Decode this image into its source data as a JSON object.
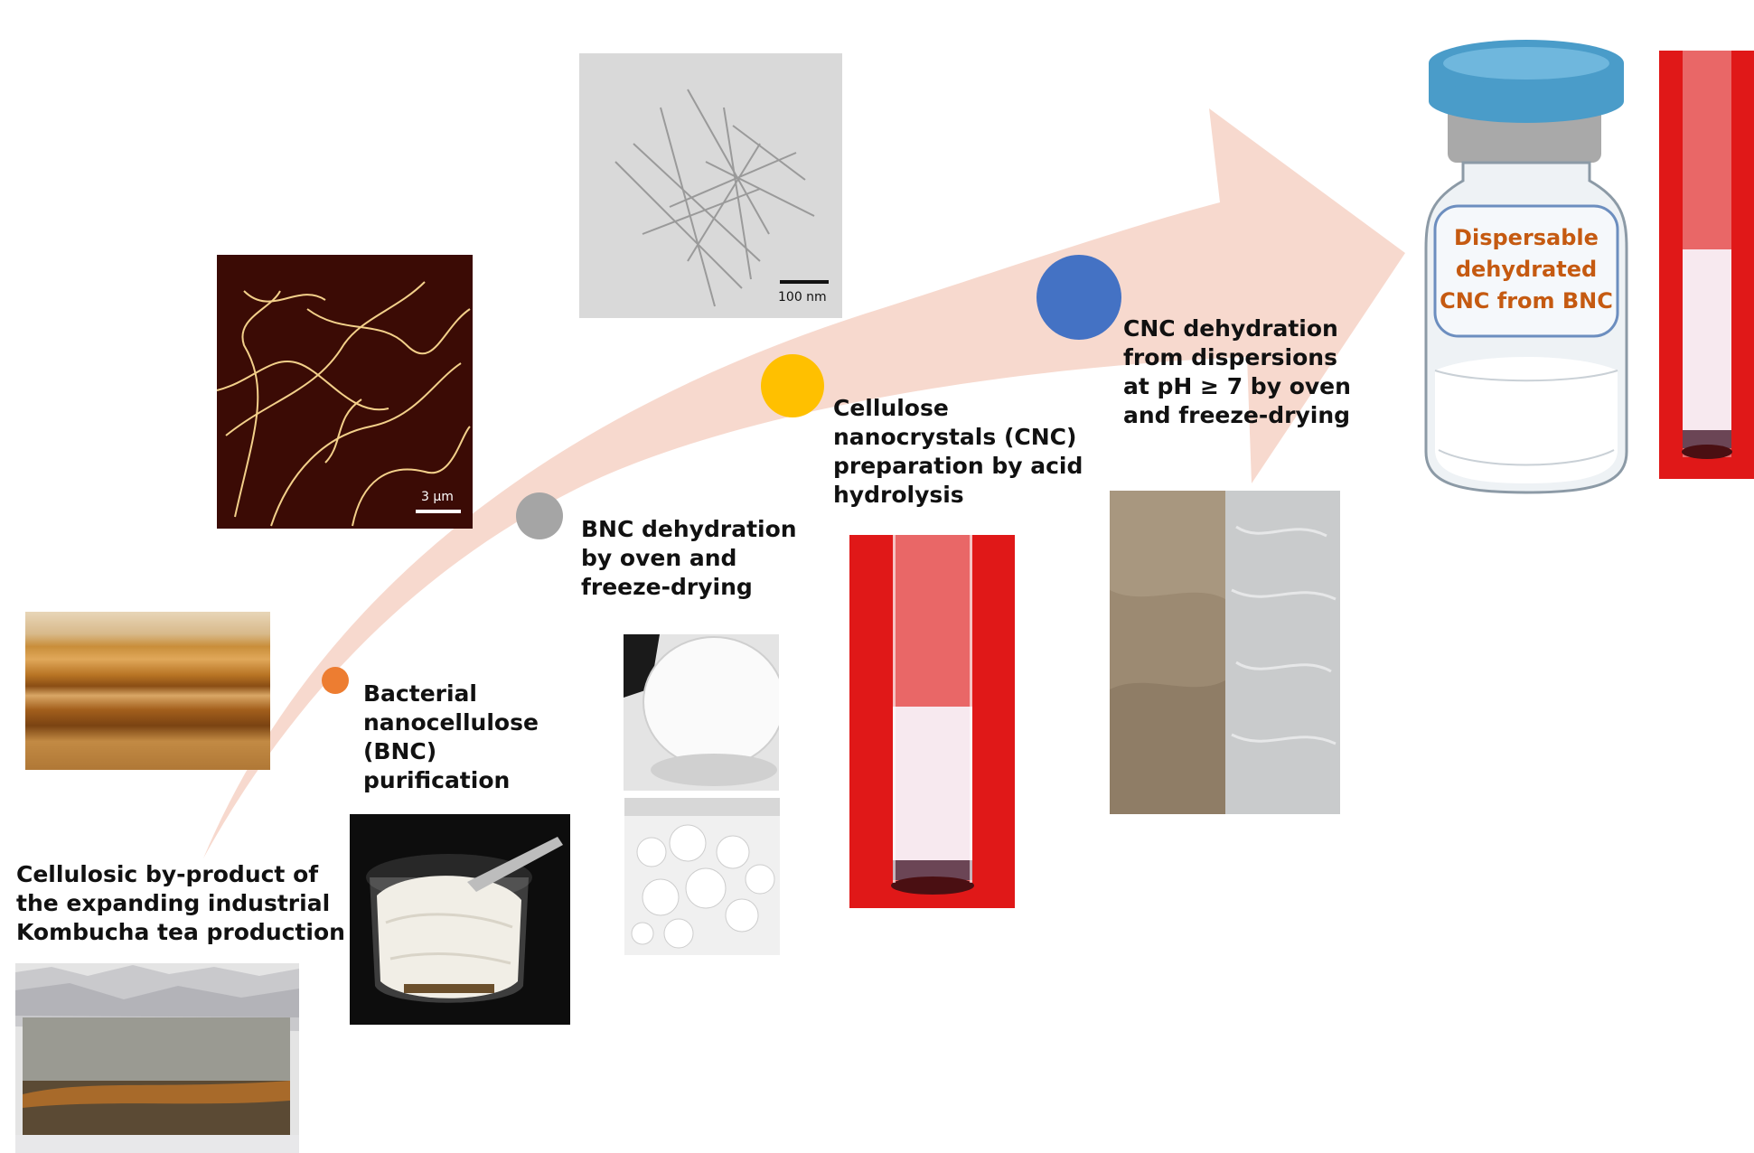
{
  "colors": {
    "arrow": "#f7d9ce",
    "step1": "#ed7d31",
    "step2": "#a5a5a5",
    "step3": "#ffc000",
    "step4": "#4472c4",
    "vial_text": "#c55a11",
    "vial_cap": "#4a9cc9",
    "tube_bg": "#e81a1a"
  },
  "steps": [
    {
      "text": "Cellulosic by-product of\nthe expanding industrial\nKombucha tea production"
    },
    {
      "text": "Bacterial\nnanocellulose\n(BNC)\npurification"
    },
    {
      "text": "BNC dehydration\nby oven and\nfreeze-drying"
    },
    {
      "text": "Cellulose\nnanocrystals (CNC)\npreparation by acid\nhydrolysis"
    },
    {
      "text": "CNC dehydration\nfrom dispersions\nat pH ≥ 7 by oven\nand freeze-drying"
    }
  ],
  "scale_bars": {
    "afm": "3 μm",
    "tem": "100 nm"
  },
  "vial_label": "Dispersable\ndehydrated\nCNC from BNC"
}
